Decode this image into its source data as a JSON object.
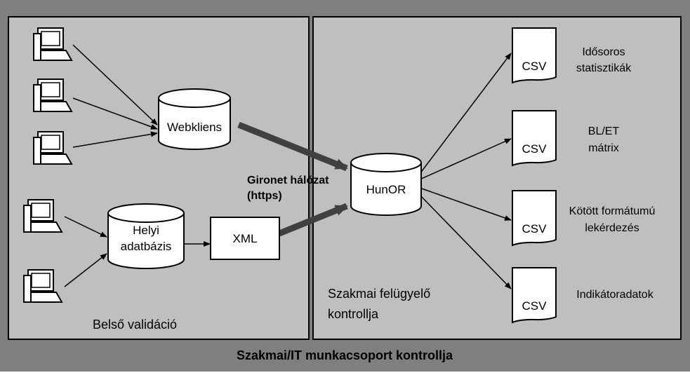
{
  "left_panel": {
    "caption": "Belső validáció"
  },
  "right_panel": {
    "caption_line1": "Szakmai felügyelő",
    "caption_line2": "kontrollja"
  },
  "footer": {
    "caption": "Szakmai/IT munkacsoport kontrollja"
  },
  "nodes": {
    "webkliens": "Webkliens",
    "helyi_line1": "Helyi",
    "helyi_line2": "adatbázis",
    "xml": "XML",
    "hunor": "HunOR"
  },
  "network": {
    "line1": "Gironet hálózat",
    "line2": "(https)"
  },
  "outputs": [
    {
      "doc": "CSV",
      "line1": "Idősoros",
      "line2": "statisztikák"
    },
    {
      "doc": "CSV",
      "line1": "BL/ET",
      "line2": "mátrix"
    },
    {
      "doc": "CSV",
      "line1": "Kötött formátumú",
      "line2": "lekérdezés"
    },
    {
      "doc": "CSV",
      "line1": "Indikátoradatok",
      "line2": ""
    }
  ],
  "colors": {
    "frame": "#7f7f7f",
    "panel": "#bfbfbf",
    "node_fill": "#ffffff",
    "stroke": "#000000"
  },
  "icons": [
    "computer-icon",
    "cylinder-database-icon",
    "document-icon"
  ]
}
